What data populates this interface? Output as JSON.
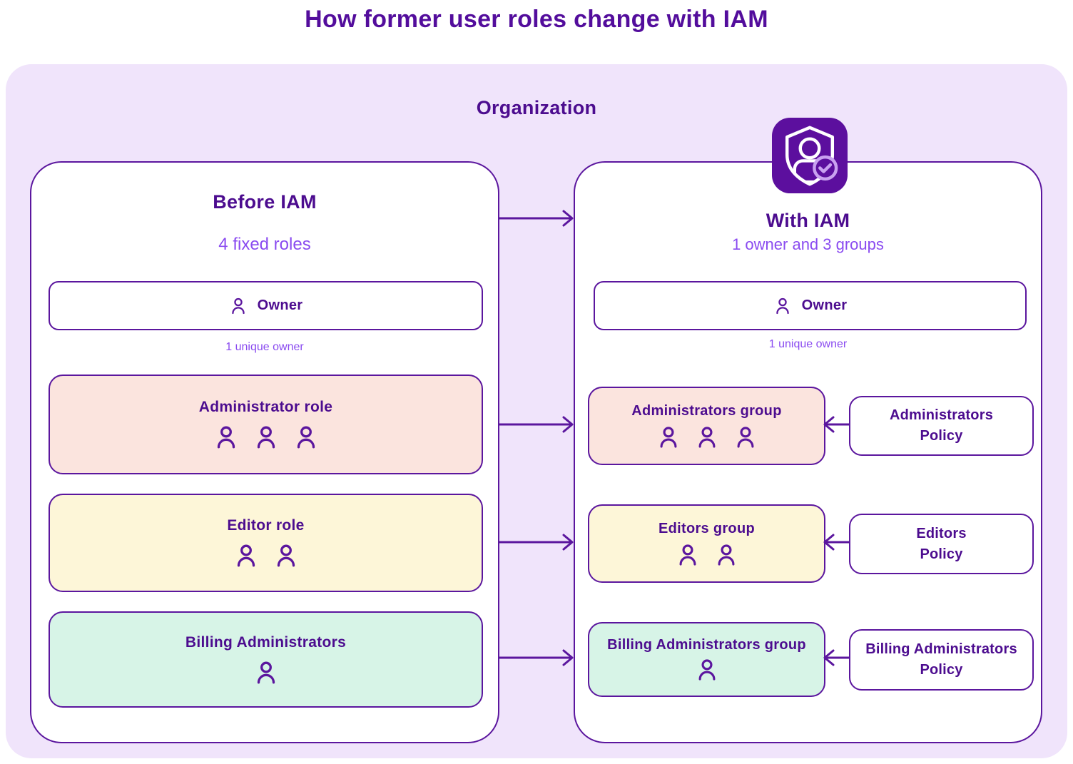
{
  "title": "How former user roles change with IAM",
  "organization": {
    "label": "Organization"
  },
  "before": {
    "title": "Before IAM",
    "subtitle": "4 fixed roles",
    "owner": {
      "label": "Owner",
      "note": "1 unique owner"
    },
    "roles": [
      {
        "label": "Administrator role",
        "member_count": 3,
        "fill": "#fbe4de"
      },
      {
        "label": "Editor role",
        "member_count": 2,
        "fill": "#fdf6d8"
      },
      {
        "label": "Billing Administrators",
        "member_count": 1,
        "fill": "#d7f4e7"
      }
    ]
  },
  "after": {
    "title": "With IAM",
    "subtitle": "1 owner and 3 groups",
    "badge_icon": "shield-user-check-icon",
    "owner": {
      "label": "Owner",
      "note": "1 unique owner"
    },
    "groups": [
      {
        "label": "Administrators group",
        "member_count": 3,
        "fill": "#fbe4de",
        "policy": {
          "line1": "Administrators",
          "line2": "Policy"
        }
      },
      {
        "label": "Editors group",
        "member_count": 2,
        "fill": "#fdf6d8",
        "policy": {
          "line1": "Editors",
          "line2": "Policy"
        }
      },
      {
        "label": "Billing Administrators group",
        "member_count": 1,
        "fill": "#d7f4e7",
        "policy": {
          "line1": "Billing Administrators",
          "line2": "Policy"
        }
      }
    ]
  },
  "colors": {
    "heading_text": "#4c0c8f",
    "accent_border": "#5b169e",
    "subtitle_violet": "#8a4bf0",
    "organization_background": "#f0e4fb",
    "administrator_fill": "#fbe4de",
    "editor_fill": "#fdf6d8",
    "billing_fill": "#d7f4e7",
    "iam_badge_fill": "#5c0f9e",
    "iam_badge_check": "#c9a1f0"
  }
}
